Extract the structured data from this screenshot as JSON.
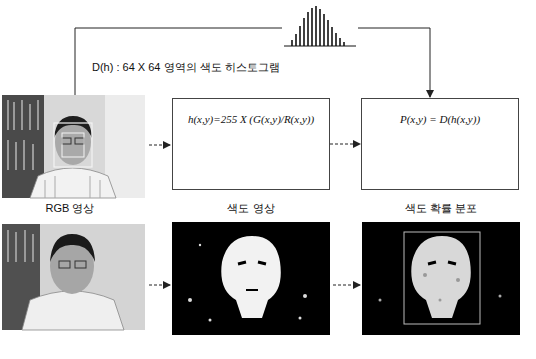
{
  "diagram": {
    "nodes": [
      {
        "text": [
          "h(x,y)=255 X (G(x,y)/R(x,y))"
        ]
      },
      {
        "text": [
          "P(x,y) = D(h(x,y))"
        ]
      }
    ],
    "edges": [
      {
        "from": 0,
        "to": 1,
        "arrow": "to"
      }
    ],
    "labels": [
      "D(h) : 64 X 64 영역의 색도 히스토그램",
      "RGB 영상",
      "색도 영상",
      "색도 확률 분포"
    ]
  }
}
